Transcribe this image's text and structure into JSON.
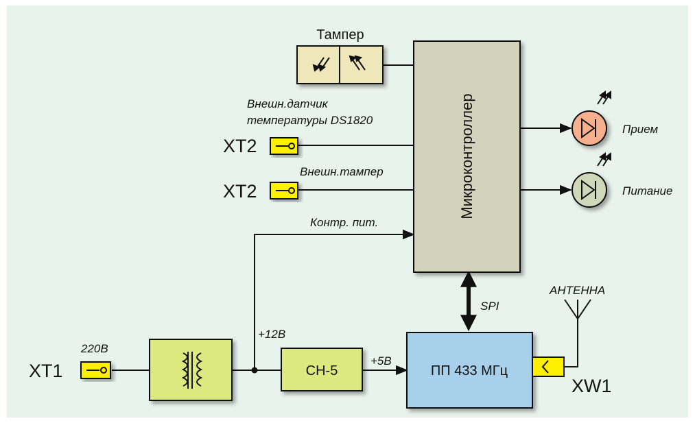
{
  "labels": {
    "tamper": "Тампер",
    "mcu": "Микроконтроллер",
    "temp_sensor_line1": "Внешн.датчик",
    "temp_sensor_line2": "температуры DS1820",
    "xt2_a": "XT2",
    "ext_tamper": "Внешн.тампер",
    "xt2_b": "XT2",
    "power_ctrl": "Контр. пит.",
    "receive": "Прием",
    "power": "Питание",
    "spi": "SPI",
    "antenna": "АНТЕННА",
    "v220": "220B",
    "xt1": "XT1",
    "v12": "+12B",
    "regulator": "CH-5",
    "v5": "+5B",
    "transceiver": "ПП 433 МГц",
    "xw1": "XW1"
  },
  "colors": {
    "background": "#e9f3ee",
    "mcu_fill": "#d2d1bc",
    "tamper_fill": "#efe6b9",
    "block_green": "#dce97f",
    "transceiver_fill": "#a9d0ea",
    "terminal_yellow": "#ffef00",
    "led_receive": "#f7b08d",
    "led_power": "#cfd8b9"
  },
  "icons": {
    "transformer": "transformer-icon",
    "led": "led-icon",
    "terminal": "terminal-screw-icon",
    "antenna": "antenna-icon",
    "rf_connector": "rf-connector-icon"
  }
}
